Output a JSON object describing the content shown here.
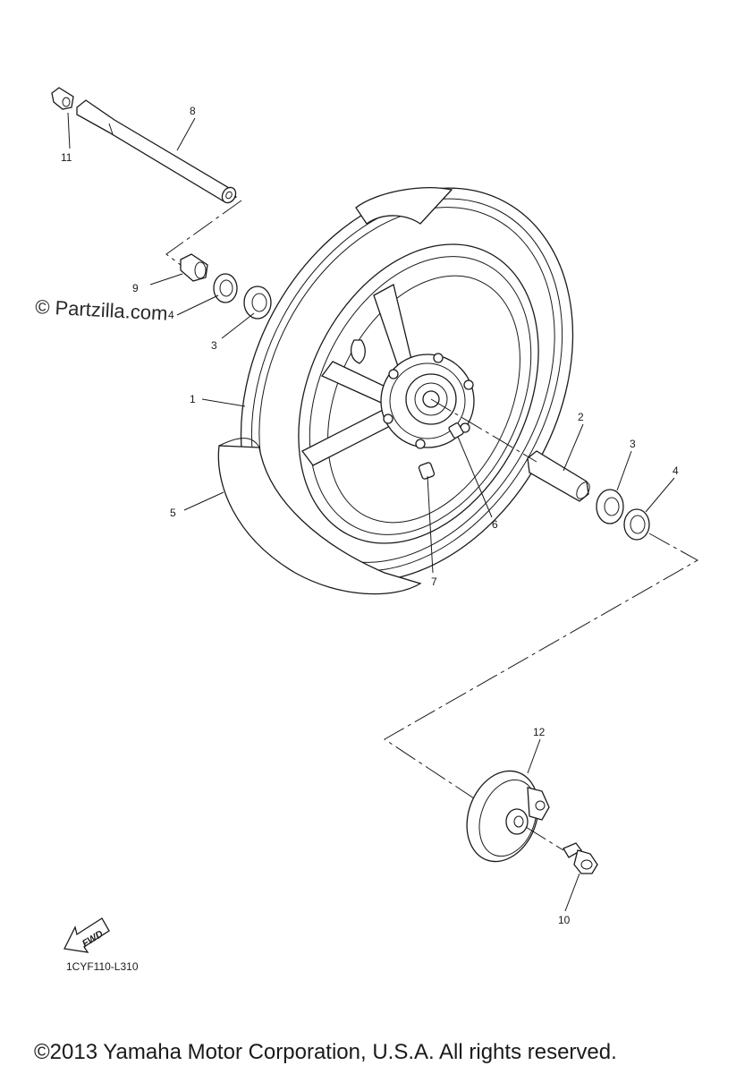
{
  "watermark": "© Partzilla.com",
  "fwd_label": "FWD",
  "diagram_code": "1CYF110-L310",
  "copyright": "©2013 Yamaha Motor Corporation, U.S.A. All rights reserved.",
  "callouts": {
    "c1": "1",
    "c2": "2",
    "c3a": "3",
    "c3b": "3",
    "c4a": "4",
    "c4b": "4",
    "c5": "5",
    "c6": "6",
    "c7": "7",
    "c8": "8",
    "c9": "9",
    "c10": "10",
    "c11": "11",
    "c12": "12"
  },
  "colors": {
    "line": "#1a1a1a",
    "background": "#ffffff"
  }
}
